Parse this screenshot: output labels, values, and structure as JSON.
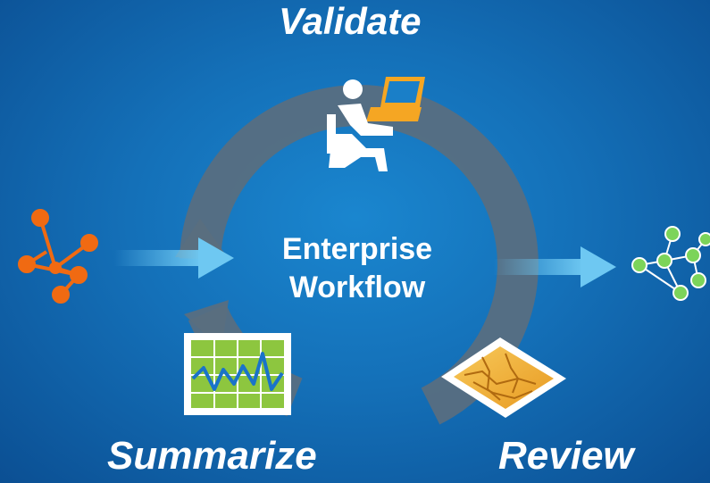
{
  "diagram": {
    "center_title_line1": "Enterprise",
    "center_title_line2": "Workflow",
    "steps": {
      "validate": "Validate",
      "summarize": "Summarize",
      "review": "Review"
    }
  },
  "colors": {
    "background": "#1470b8",
    "cycle_ring": "#5a6e7f",
    "flow_arrow": "#6ec8f2",
    "input_network": "#f06a12",
    "output_network": "#7cd45a",
    "map_tile": "#f2b43c",
    "chart_panel": "#8dc63f",
    "laptop": "#f5a623"
  },
  "icons": [
    "input-network-icon",
    "person-at-laptop-icon",
    "summary-chart-icon",
    "map-tile-icon",
    "output-network-icon",
    "flow-arrow-icon"
  ]
}
